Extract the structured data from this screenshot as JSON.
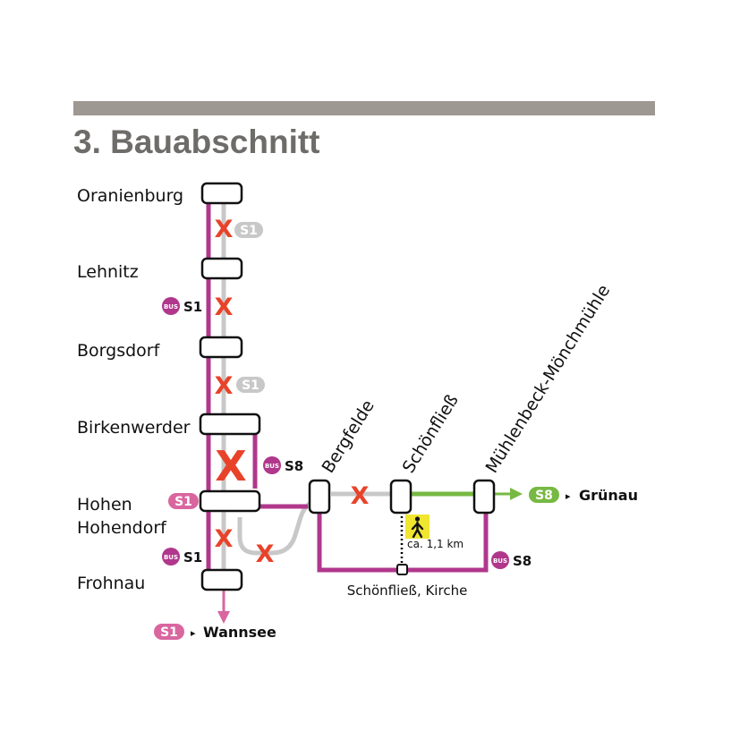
{
  "header": {
    "title": "3. Bauabschnitt"
  },
  "colors": {
    "bus": "#b0378c",
    "s1": "#d9669f",
    "closed": "#c8c8c8",
    "s8": "#77b943",
    "cross": "#e8432a",
    "header_bar": "#9d9891",
    "title": "#6e6c69",
    "walk": "#f0e52f"
  },
  "stations": {
    "oranienburg": "Oranienburg",
    "lehnitz": "Lehnitz",
    "borgsdorf": "Borgsdorf",
    "birkenwerder": "Birkenwerder",
    "hohen_line1": "Hohen",
    "hohen_line2": "Hohendorf",
    "frohnau": "Frohnau",
    "bergfelde": "Bergfelde",
    "schoenfliess": "Schönfließ",
    "muehlenbeck": "Mühlenbeck-Mönchmühle",
    "schoenfliess_kirche": "Schönfließ, Kirche"
  },
  "badges": {
    "bus": "BUS",
    "s1": "S1",
    "s8": "S8"
  },
  "destinations": {
    "wannsee": "Wannsee",
    "gruenau": "Grünau",
    "arrow_glyph": "▸"
  },
  "walk": {
    "distance": "ca. 1,1 km",
    "icon": "pedestrian-icon"
  },
  "cross_glyph": "X"
}
